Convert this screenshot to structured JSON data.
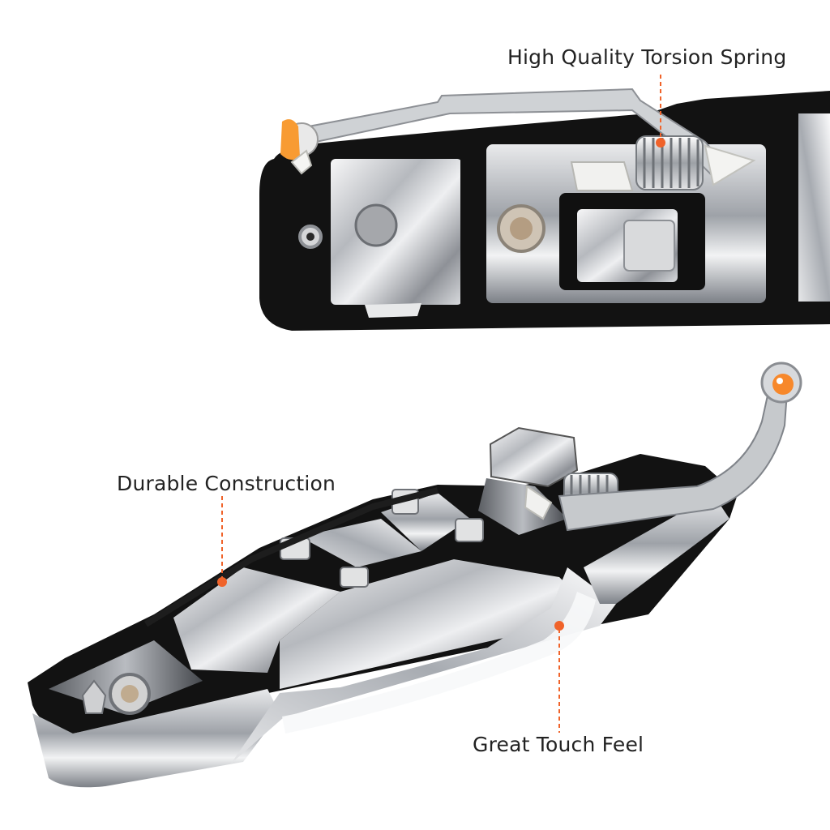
{
  "callouts": {
    "spring": "High Quality Torsion Spring",
    "construction": "Durable Construction",
    "touch": "Great Touch Feel"
  },
  "colors": {
    "accent": "#f0632a",
    "frame": "#121212",
    "chrome": "#c9ccd0",
    "label_text": "#222222"
  }
}
